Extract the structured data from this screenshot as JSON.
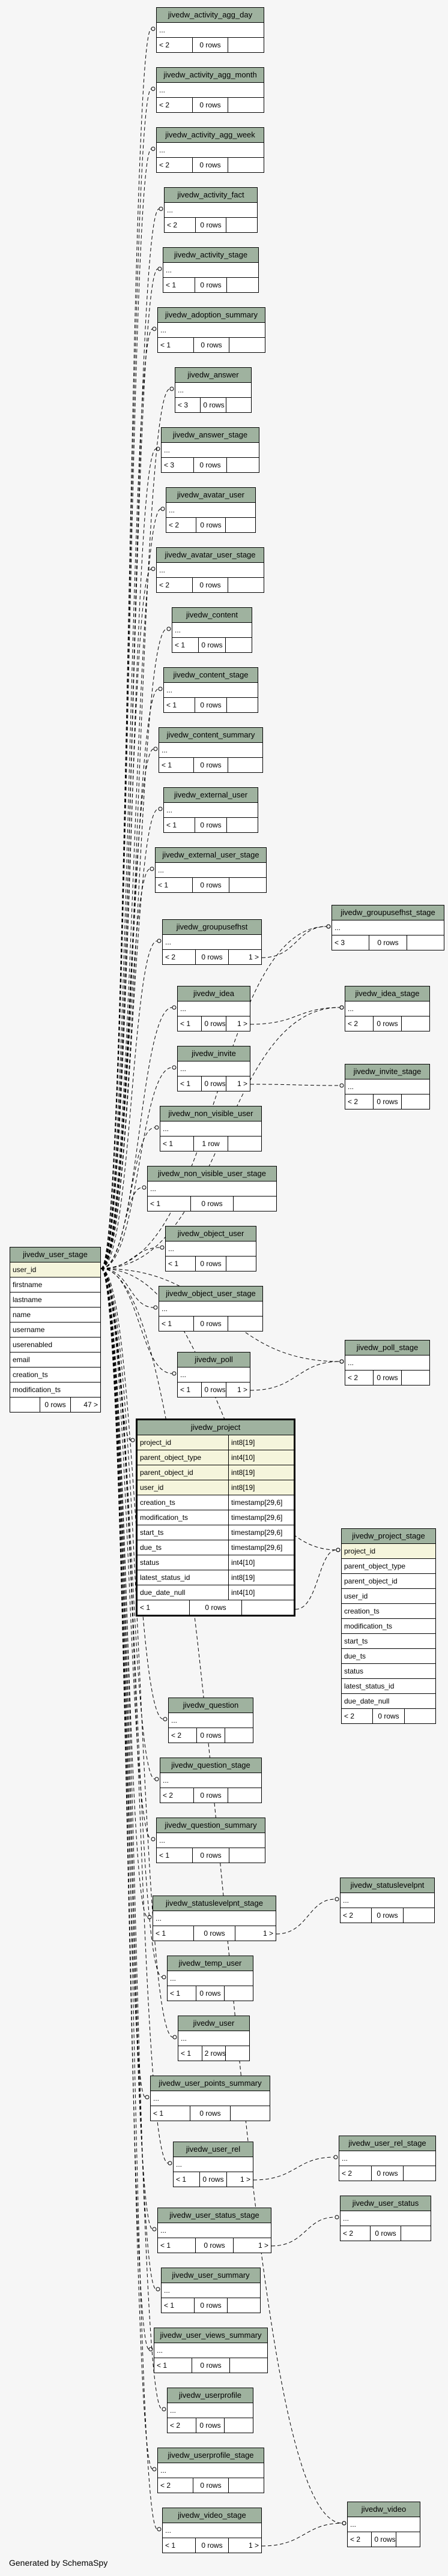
{
  "footer": "Generated by SchemaSpy",
  "tables": [
    {
      "id": "jivedw_activity_agg_day",
      "name": "jivedw_activity_agg_day",
      "columns": [
        "..."
      ],
      "footer": [
        "< 2",
        "0 rows",
        ""
      ]
    },
    {
      "id": "jivedw_activity_agg_month",
      "name": "jivedw_activity_agg_month",
      "columns": [
        "..."
      ],
      "footer": [
        "< 2",
        "0 rows",
        ""
      ]
    },
    {
      "id": "jivedw_activity_agg_week",
      "name": "jivedw_activity_agg_week",
      "columns": [
        "..."
      ],
      "footer": [
        "< 2",
        "0 rows",
        ""
      ]
    },
    {
      "id": "jivedw_activity_fact",
      "name": "jivedw_activity_fact",
      "columns": [
        "..."
      ],
      "footer": [
        "< 2",
        "0 rows",
        ""
      ]
    },
    {
      "id": "jivedw_activity_stage",
      "name": "jivedw_activity_stage",
      "columns": [
        "..."
      ],
      "footer": [
        "< 1",
        "0 rows",
        ""
      ]
    },
    {
      "id": "jivedw_adoption_summary",
      "name": "jivedw_adoption_summary",
      "columns": [
        "..."
      ],
      "footer": [
        "< 1",
        "0 rows",
        ""
      ]
    },
    {
      "id": "jivedw_answer",
      "name": "jivedw_answer",
      "columns": [
        "..."
      ],
      "footer": [
        "< 3",
        "0 rows",
        ""
      ]
    },
    {
      "id": "jivedw_answer_stage",
      "name": "jivedw_answer_stage",
      "columns": [
        "..."
      ],
      "footer": [
        "< 3",
        "0 rows",
        ""
      ]
    },
    {
      "id": "jivedw_avatar_user",
      "name": "jivedw_avatar_user",
      "columns": [
        "..."
      ],
      "footer": [
        "< 2",
        "0 rows",
        ""
      ]
    },
    {
      "id": "jivedw_avatar_user_stage",
      "name": "jivedw_avatar_user_stage",
      "columns": [
        "..."
      ],
      "footer": [
        "< 2",
        "0 rows",
        ""
      ]
    },
    {
      "id": "jivedw_content",
      "name": "jivedw_content",
      "columns": [
        "..."
      ],
      "footer": [
        "< 1",
        "0 rows",
        ""
      ]
    },
    {
      "id": "jivedw_content_stage",
      "name": "jivedw_content_stage",
      "columns": [
        "..."
      ],
      "footer": [
        "< 1",
        "0 rows",
        ""
      ]
    },
    {
      "id": "jivedw_content_summary",
      "name": "jivedw_content_summary",
      "columns": [
        "..."
      ],
      "footer": [
        "< 1",
        "0 rows",
        ""
      ]
    },
    {
      "id": "jivedw_external_user",
      "name": "jivedw_external_user",
      "columns": [
        "..."
      ],
      "footer": [
        "< 1",
        "0 rows",
        ""
      ]
    },
    {
      "id": "jivedw_external_user_stage",
      "name": "jivedw_external_user_stage",
      "columns": [
        "..."
      ],
      "footer": [
        "< 1",
        "0 rows",
        ""
      ]
    },
    {
      "id": "jivedw_groupusefhst",
      "name": "jivedw_groupusefhst",
      "columns": [
        "..."
      ],
      "footer": [
        "< 2",
        "0 rows",
        "1 >"
      ]
    },
    {
      "id": "jivedw_groupusefhst_stage",
      "name": "jivedw_groupusefhst_stage",
      "columns": [
        "..."
      ],
      "footer": [
        "< 3",
        "0 rows",
        ""
      ]
    },
    {
      "id": "jivedw_idea",
      "name": "jivedw_idea",
      "columns": [
        "..."
      ],
      "footer": [
        "< 1",
        "0 rows",
        "1 >"
      ]
    },
    {
      "id": "jivedw_idea_stage",
      "name": "jivedw_idea_stage",
      "columns": [
        "..."
      ],
      "footer": [
        "< 2",
        "0 rows",
        ""
      ]
    },
    {
      "id": "jivedw_invite",
      "name": "jivedw_invite",
      "columns": [
        "..."
      ],
      "footer": [
        "< 1",
        "0 rows",
        "1 >"
      ]
    },
    {
      "id": "jivedw_invite_stage",
      "name": "jivedw_invite_stage",
      "columns": [
        "..."
      ],
      "footer": [
        "< 2",
        "0 rows",
        ""
      ]
    },
    {
      "id": "jivedw_non_visible_user",
      "name": "jivedw_non_visible_user",
      "columns": [
        "..."
      ],
      "footer": [
        "< 1",
        "1 row",
        ""
      ]
    },
    {
      "id": "jivedw_non_visible_user_stage",
      "name": "jivedw_non_visible_user_stage",
      "columns": [
        "..."
      ],
      "footer": [
        "< 1",
        "0 rows",
        ""
      ]
    },
    {
      "id": "jivedw_object_user",
      "name": "jivedw_object_user",
      "columns": [
        "..."
      ],
      "footer": [
        "< 1",
        "0 rows",
        ""
      ]
    },
    {
      "id": "jivedw_object_user_stage",
      "name": "jivedw_object_user_stage",
      "columns": [
        "..."
      ],
      "footer": [
        "< 1",
        "0 rows",
        ""
      ]
    },
    {
      "id": "jivedw_poll",
      "name": "jivedw_poll",
      "columns": [
        "..."
      ],
      "footer": [
        "< 1",
        "0 rows",
        "1 >"
      ]
    },
    {
      "id": "jivedw_poll_stage",
      "name": "jivedw_poll_stage",
      "columns": [
        "..."
      ],
      "footer": [
        "< 2",
        "0 rows",
        ""
      ]
    },
    {
      "id": "jivedw_project",
      "name": "jivedw_project",
      "focus": true,
      "columns": [
        [
          "project_id",
          "int8[19]"
        ],
        [
          "parent_object_type",
          "int4[10]"
        ],
        [
          "parent_object_id",
          "int8[19]"
        ],
        [
          "user_id",
          "int8[19]"
        ],
        [
          "creation_ts",
          "timestamp[29,6]"
        ],
        [
          "modification_ts",
          "timestamp[29,6]"
        ],
        [
          "start_ts",
          "timestamp[29,6]"
        ],
        [
          "due_ts",
          "timestamp[29,6]"
        ],
        [
          "status",
          "int4[10]"
        ],
        [
          "latest_status_id",
          "int8[19]"
        ],
        [
          "due_date_null",
          "int4[10]"
        ]
      ],
      "pk_count": 4,
      "footer": [
        "< 1",
        "0 rows",
        ""
      ]
    },
    {
      "id": "jivedw_project_stage",
      "name": "jivedw_project_stage",
      "columns": [
        "project_id",
        "parent_object_type",
        "parent_object_id",
        "user_id",
        "creation_ts",
        "modification_ts",
        "start_ts",
        "due_ts",
        "status",
        "latest_status_id",
        "due_date_null"
      ],
      "pk_count": 1,
      "footer": [
        "< 2",
        "0 rows",
        ""
      ]
    },
    {
      "id": "jivedw_question",
      "name": "jivedw_question",
      "columns": [
        "..."
      ],
      "footer": [
        "< 2",
        "0 rows",
        ""
      ]
    },
    {
      "id": "jivedw_question_stage",
      "name": "jivedw_question_stage",
      "columns": [
        "..."
      ],
      "footer": [
        "< 2",
        "0 rows",
        ""
      ]
    },
    {
      "id": "jivedw_question_summary",
      "name": "jivedw_question_summary",
      "columns": [
        "..."
      ],
      "footer": [
        "< 1",
        "0 rows",
        ""
      ]
    },
    {
      "id": "jivedw_statuslevelpnt",
      "name": "jivedw_statuslevelpnt",
      "columns": [
        "..."
      ],
      "footer": [
        "< 2",
        "0 rows",
        ""
      ]
    },
    {
      "id": "jivedw_statuslevelpnt_stage",
      "name": "jivedw_statuslevelpnt_stage",
      "columns": [
        "..."
      ],
      "footer": [
        "< 1",
        "0 rows",
        "1 >"
      ]
    },
    {
      "id": "jivedw_temp_user",
      "name": "jivedw_temp_user",
      "columns": [
        "..."
      ],
      "footer": [
        "< 1",
        "0 rows",
        ""
      ]
    },
    {
      "id": "jivedw_user",
      "name": "jivedw_user",
      "columns": [
        "..."
      ],
      "footer": [
        "< 1",
        "2 rows",
        ""
      ]
    },
    {
      "id": "jivedw_user_points_summary",
      "name": "jivedw_user_points_summary",
      "columns": [
        "..."
      ],
      "footer": [
        "< 1",
        "0 rows",
        ""
      ]
    },
    {
      "id": "jivedw_user_rel",
      "name": "jivedw_user_rel",
      "columns": [
        "..."
      ],
      "footer": [
        "< 1",
        "0 rows",
        "1 >"
      ]
    },
    {
      "id": "jivedw_user_rel_stage",
      "name": "jivedw_user_rel_stage",
      "columns": [
        "..."
      ],
      "footer": [
        "< 2",
        "0 rows",
        ""
      ]
    },
    {
      "id": "jivedw_user_stage",
      "name": "jivedw_user_stage",
      "columns": [
        "user_id",
        "firstname",
        "lastname",
        "name",
        "username",
        "userenabled",
        "email",
        "creation_ts",
        "modification_ts"
      ],
      "pk_count": 1,
      "footer": [
        "",
        "0 rows",
        "47 >"
      ]
    },
    {
      "id": "jivedw_user_status",
      "name": "jivedw_user_status",
      "columns": [
        "..."
      ],
      "footer": [
        "< 2",
        "0 rows",
        ""
      ]
    },
    {
      "id": "jivedw_user_status_stage",
      "name": "jivedw_user_status_stage",
      "columns": [
        "..."
      ],
      "footer": [
        "< 1",
        "0 rows",
        "1 >"
      ]
    },
    {
      "id": "jivedw_user_summary",
      "name": "jivedw_user_summary",
      "columns": [
        "..."
      ],
      "footer": [
        "< 1",
        "0 rows",
        ""
      ]
    },
    {
      "id": "jivedw_user_views_summary",
      "name": "jivedw_user_views_summary",
      "columns": [
        "..."
      ],
      "footer": [
        "< 1",
        "0 rows",
        ""
      ]
    },
    {
      "id": "jivedw_userprofile",
      "name": "jivedw_userprofile",
      "columns": [
        "..."
      ],
      "footer": [
        "< 2",
        "0 rows",
        ""
      ]
    },
    {
      "id": "jivedw_userprofile_stage",
      "name": "jivedw_userprofile_stage",
      "columns": [
        "..."
      ],
      "footer": [
        "< 2",
        "0 rows",
        ""
      ]
    },
    {
      "id": "jivedw_video",
      "name": "jivedw_video",
      "columns": [
        "..."
      ],
      "footer": [
        "< 2",
        "0 rows",
        ""
      ]
    },
    {
      "id": "jivedw_video_stage",
      "name": "jivedw_video_stage",
      "columns": [
        "..."
      ],
      "footer": [
        "< 1",
        "0 rows",
        "1 >"
      ]
    }
  ],
  "relationships": [
    [
      "jivedw_user_stage",
      "jivedw_activity_agg_day"
    ],
    [
      "jivedw_user_stage",
      "jivedw_activity_agg_month"
    ],
    [
      "jivedw_user_stage",
      "jivedw_activity_agg_week"
    ],
    [
      "jivedw_user_stage",
      "jivedw_activity_fact"
    ],
    [
      "jivedw_user_stage",
      "jivedw_activity_stage"
    ],
    [
      "jivedw_user_stage",
      "jivedw_adoption_summary"
    ],
    [
      "jivedw_user_stage",
      "jivedw_answer"
    ],
    [
      "jivedw_user_stage",
      "jivedw_answer_stage"
    ],
    [
      "jivedw_user_stage",
      "jivedw_avatar_user"
    ],
    [
      "jivedw_user_stage",
      "jivedw_avatar_user_stage"
    ],
    [
      "jivedw_user_stage",
      "jivedw_content"
    ],
    [
      "jivedw_user_stage",
      "jivedw_content_stage"
    ],
    [
      "jivedw_user_stage",
      "jivedw_content_summary"
    ],
    [
      "jivedw_user_stage",
      "jivedw_external_user"
    ],
    [
      "jivedw_user_stage",
      "jivedw_external_user_stage"
    ],
    [
      "jivedw_user_stage",
      "jivedw_groupusefhst"
    ],
    [
      "jivedw_user_stage",
      "jivedw_groupusefhst_stage"
    ],
    [
      "jivedw_groupusefhst",
      "jivedw_groupusefhst_stage"
    ],
    [
      "jivedw_user_stage",
      "jivedw_idea"
    ],
    [
      "jivedw_user_stage",
      "jivedw_idea_stage"
    ],
    [
      "jivedw_idea",
      "jivedw_idea_stage"
    ],
    [
      "jivedw_user_stage",
      "jivedw_invite"
    ],
    [
      "jivedw_invite",
      "jivedw_invite_stage"
    ],
    [
      "jivedw_user_stage",
      "jivedw_non_visible_user"
    ],
    [
      "jivedw_user_stage",
      "jivedw_non_visible_user_stage"
    ],
    [
      "jivedw_user_stage",
      "jivedw_object_user"
    ],
    [
      "jivedw_user_stage",
      "jivedw_object_user_stage"
    ],
    [
      "jivedw_user_stage",
      "jivedw_poll"
    ],
    [
      "jivedw_user_stage",
      "jivedw_poll_stage"
    ],
    [
      "jivedw_poll",
      "jivedw_poll_stage"
    ],
    [
      "jivedw_user_stage",
      "jivedw_project"
    ],
    [
      "jivedw_project",
      "jivedw_project_stage"
    ],
    [
      "jivedw_user_stage",
      "jivedw_project_stage"
    ],
    [
      "jivedw_user_stage",
      "jivedw_question"
    ],
    [
      "jivedw_user_stage",
      "jivedw_question_stage"
    ],
    [
      "jivedw_user_stage",
      "jivedw_question_summary"
    ],
    [
      "jivedw_user_stage",
      "jivedw_statuslevelpnt_stage"
    ],
    [
      "jivedw_statuslevelpnt_stage",
      "jivedw_statuslevelpnt"
    ],
    [
      "jivedw_user_stage",
      "jivedw_temp_user"
    ],
    [
      "jivedw_user_stage",
      "jivedw_user"
    ],
    [
      "jivedw_user_stage",
      "jivedw_user_points_summary"
    ],
    [
      "jivedw_user_stage",
      "jivedw_user_rel"
    ],
    [
      "jivedw_user_rel",
      "jivedw_user_rel_stage"
    ],
    [
      "jivedw_user_stage",
      "jivedw_user_status_stage"
    ],
    [
      "jivedw_user_status_stage",
      "jivedw_user_status"
    ],
    [
      "jivedw_user_stage",
      "jivedw_user_summary"
    ],
    [
      "jivedw_user_stage",
      "jivedw_user_views_summary"
    ],
    [
      "jivedw_user_stage",
      "jivedw_userprofile"
    ],
    [
      "jivedw_user_stage",
      "jivedw_userprofile_stage"
    ],
    [
      "jivedw_user_stage",
      "jivedw_video_stage"
    ],
    [
      "jivedw_video_stage",
      "jivedw_video"
    ],
    [
      "jivedw_user_stage",
      "jivedw_video"
    ]
  ]
}
